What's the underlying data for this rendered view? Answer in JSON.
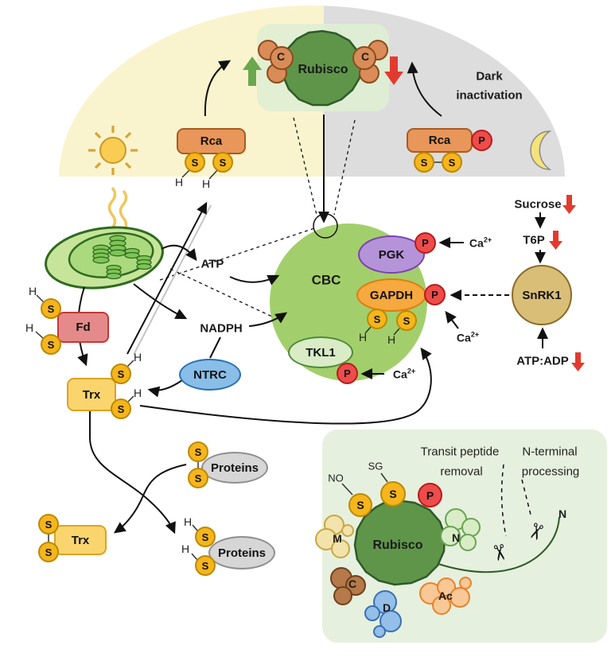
{
  "figure": {
    "description": "Day-night regulation of Rubisco and the Calvin-Benson cycle"
  },
  "glyphs": {
    "s": "S",
    "p": "P",
    "h": "H",
    "c": "C",
    "m": "M",
    "n": "N",
    "d": "D",
    "ac": "Ac",
    "no": "NO",
    "sg": "SG",
    "n_terminus": "N",
    "scissors": "✂"
  },
  "molecules": {
    "rubisco": "Rubisco",
    "rca": "Rca",
    "cbc": "CBC",
    "pgk": "PGK",
    "gapdh": "GAPDH",
    "tkl1": "TKL1",
    "ntrc": "NTRC",
    "fd": "Fd",
    "trx": "Trx",
    "snrk1": "SnRK1",
    "proteins": "Proteins",
    "atp": "ATP",
    "nadph": "NADPH",
    "sucrose": "Sucrose",
    "t6p": "T6P",
    "atp_adp": "ATP:ADP"
  },
  "ions": {
    "ca": "Ca",
    "ca_charge": "2+"
  },
  "annotations": {
    "dark_1": "Dark",
    "dark_2": "inactivation",
    "transit_1": "Transit peptide",
    "transit_2": "removal",
    "nterm_1": "N-terminal",
    "nterm_2": "processing"
  },
  "colors": {
    "dome_day": "#FAF4CE",
    "dome_night": "#DDDDDD",
    "rubisco_blob": "#5F9549",
    "rubisco_panel": "#DFEED4",
    "cbc_circle": "#A2CF6B",
    "rca_fill": "#E8965A",
    "thiol_yellow": "#F5B51C",
    "phospho_red": "#EE4B4B",
    "pgk_purple": "#B593D8",
    "gapdh_orange": "#F5A93F",
    "tkl1_green": "#D9ECC6",
    "ntrc_blue": "#88BEE8",
    "fd_red": "#E58A8A",
    "trx_yellow": "#FAD56E",
    "snrk1_tan": "#D9BE77",
    "proteins_gray": "#D6D6D6",
    "inset_bg": "#E6F0DE",
    "up_arrow_green": "#6AA84F",
    "down_arrow_red": "#E23B2E"
  }
}
